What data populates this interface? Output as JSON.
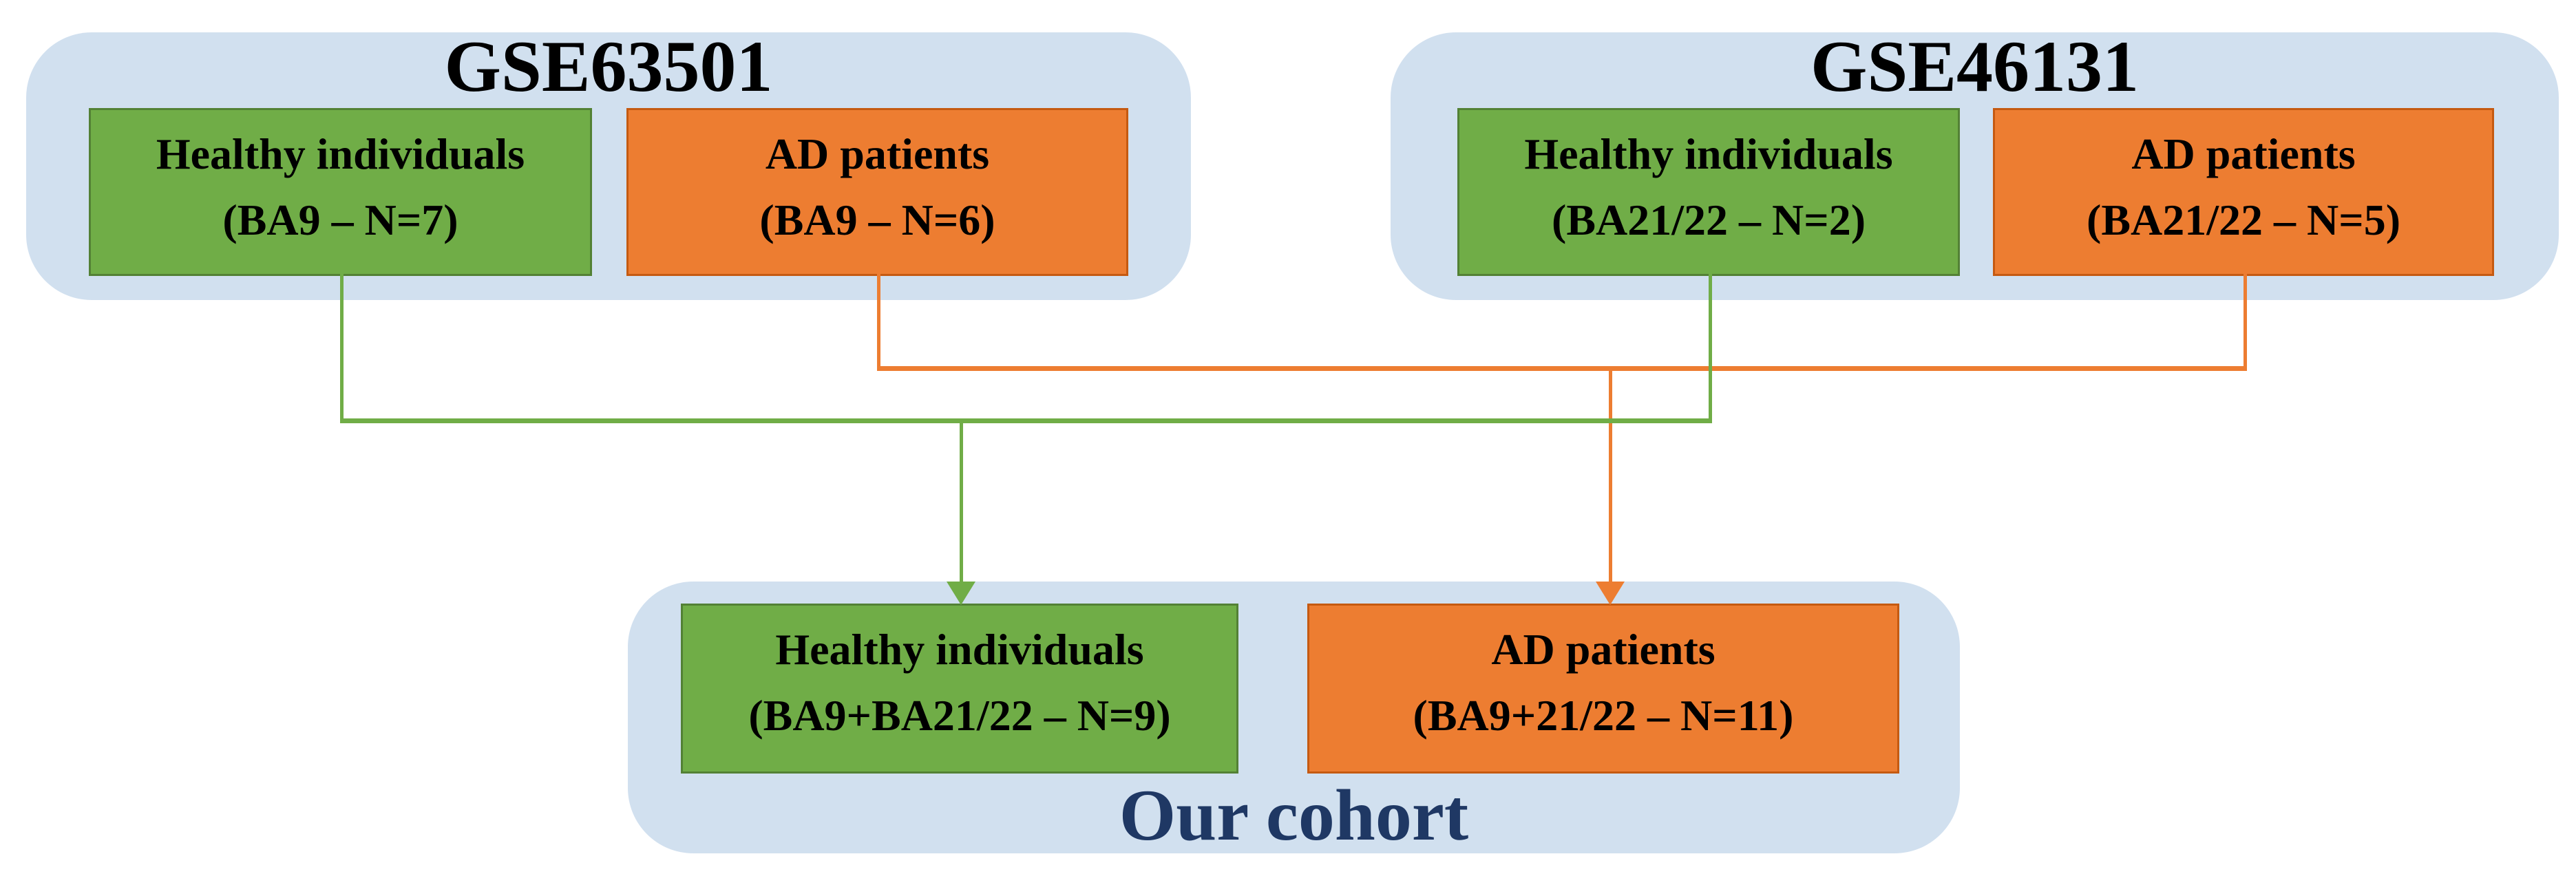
{
  "diagram": {
    "panels": {
      "gse63501": {
        "title": "GSE63501",
        "healthy": {
          "line1": "Healthy individuals",
          "line2": "(BA9 – N=7)"
        },
        "ad": {
          "line1": "AD patients",
          "line2": "(BA9 – N=6)"
        }
      },
      "gse46131": {
        "title": "GSE46131",
        "healthy": {
          "line1": "Healthy individuals",
          "line2": "(BA21/22 – N=2)"
        },
        "ad": {
          "line1": "AD patients",
          "line2": "(BA21/22 – N=5)"
        }
      },
      "our_cohort": {
        "title": "Our cohort",
        "healthy": {
          "line1": "Healthy individuals",
          "line2": "(BA9+BA21/22 – N=9)"
        },
        "ad": {
          "line1": "AD patients",
          "line2": "(BA9+21/22 – N=11)"
        }
      }
    },
    "edges": [
      {
        "from": "gse63501.healthy",
        "to": "our_cohort.healthy",
        "color": "#70AD47"
      },
      {
        "from": "gse46131.healthy",
        "to": "our_cohort.healthy",
        "color": "#70AD47"
      },
      {
        "from": "gse63501.ad",
        "to": "our_cohort.ad",
        "color": "#ED7D31"
      },
      {
        "from": "gse46131.ad",
        "to": "our_cohort.ad",
        "color": "#ED7D31"
      }
    ],
    "colors": {
      "panel_background": "#D1E0EF",
      "healthy_fill": "#70AD47",
      "healthy_border": "#538135",
      "ad_fill": "#ED7D31",
      "ad_border": "#C55A11",
      "title_text": "#000000",
      "cohort_title_text": "#1F3864",
      "box_text": "#000000"
    }
  }
}
